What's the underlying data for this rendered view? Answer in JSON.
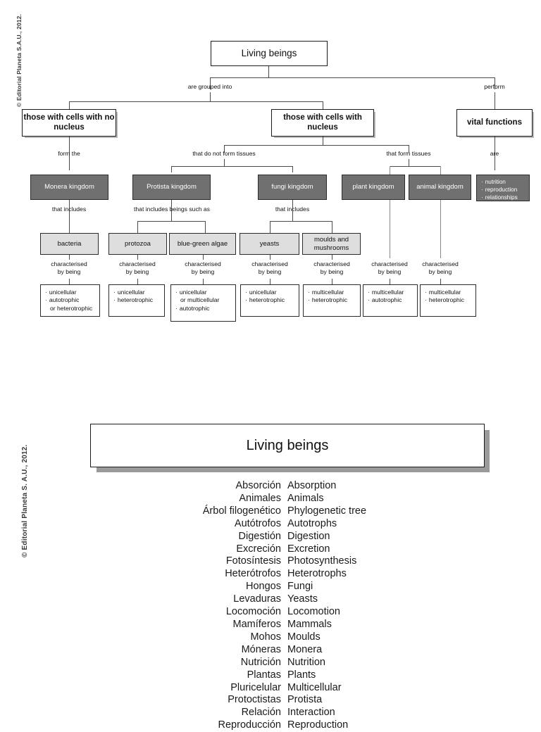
{
  "copyright": {
    "top": "© Editorial Planeta S.A.U., 2012.",
    "bottom": "© Editorial Planeta S. A.U., 2012."
  },
  "diagram": {
    "root": {
      "label": "Living beings"
    },
    "connector_labels": {
      "are_grouped_into": "are grouped into",
      "perform": "perform",
      "form_the": "form the",
      "that_do_not_form_tissues": "that do not form tissues",
      "that_form_tissues": "that form tissues",
      "are": "are",
      "that_includes": "that includes",
      "that_includes_beings_such_as": "that includes beings such as",
      "characterised_by_being": "characterised\nby being"
    },
    "level2": [
      {
        "label": "those with cells with no nucleus"
      },
      {
        "label": "those with cells with nucleus"
      },
      {
        "label": "vital functions"
      }
    ],
    "kingdoms": [
      {
        "label": "Monera kingdom"
      },
      {
        "label": "Protista kingdom"
      },
      {
        "label": "fungi kingdom"
      },
      {
        "label": "plant kingdom"
      },
      {
        "label": "animal kingdom"
      }
    ],
    "vital_functions": {
      "items": [
        "nutrition",
        "reproduction",
        "relationships"
      ]
    },
    "examples": [
      {
        "label": "bacteria"
      },
      {
        "label": "protozoa"
      },
      {
        "label": "blue-green algae"
      },
      {
        "label": "yeasts"
      },
      {
        "label": "moulds and mushrooms"
      }
    ],
    "characteristics": [
      {
        "lines": [
          "unicellular",
          "autotrophic",
          "or heterotrophic"
        ],
        "cont": [
          false,
          false,
          true
        ]
      },
      {
        "lines": [
          "unicellular",
          "heterotrophic"
        ],
        "cont": [
          false,
          false
        ]
      },
      {
        "lines": [
          "unicellular",
          "or multicellular",
          "autotrophic"
        ],
        "cont": [
          false,
          true,
          false
        ]
      },
      {
        "lines": [
          "unicellular",
          "heterotrophic"
        ],
        "cont": [
          false,
          false
        ]
      },
      {
        "lines": [
          "multicellular",
          "heterotrophic"
        ],
        "cont": [
          false,
          false
        ]
      },
      {
        "lines": [
          "multicellular",
          "autotrophic"
        ],
        "cont": [
          false,
          false
        ]
      },
      {
        "lines": [
          "multicellular",
          "heterotrophic"
        ],
        "cont": [
          false,
          false
        ]
      }
    ]
  },
  "glossary": {
    "title": "Living beings",
    "entries": [
      {
        "es": "Absorción",
        "en": "Absorption"
      },
      {
        "es": "Animales",
        "en": "Animals"
      },
      {
        "es": "Árbol filogenético",
        "en": "Phylogenetic tree"
      },
      {
        "es": "Autótrofos",
        "en": "Autotrophs"
      },
      {
        "es": "Digestión",
        "en": "Digestion"
      },
      {
        "es": "Excreción",
        "en": "Excretion"
      },
      {
        "es": "Fotosíntesis",
        "en": "Photosynthesis"
      },
      {
        "es": "Heterótrofos",
        "en": "Heterotrophs"
      },
      {
        "es": "Hongos",
        "en": "Fungi"
      },
      {
        "es": "Levaduras",
        "en": "Yeasts"
      },
      {
        "es": "Locomoción",
        "en": "Locomotion"
      },
      {
        "es": "Mamíferos",
        "en": "Mammals"
      },
      {
        "es": "Mohos",
        "en": "Moulds"
      },
      {
        "es": "Móneras",
        "en": "Monera"
      },
      {
        "es": "Nutrición",
        "en": "Nutrition"
      },
      {
        "es": "Plantas",
        "en": "Plants"
      },
      {
        "es": "Pluricelular",
        "en": "Multicellular"
      },
      {
        "es": "Protoctistas",
        "en": "Protista"
      },
      {
        "es": "Relación",
        "en": "Interaction"
      },
      {
        "es": "Reproducción",
        "en": "Reproduction"
      }
    ]
  }
}
